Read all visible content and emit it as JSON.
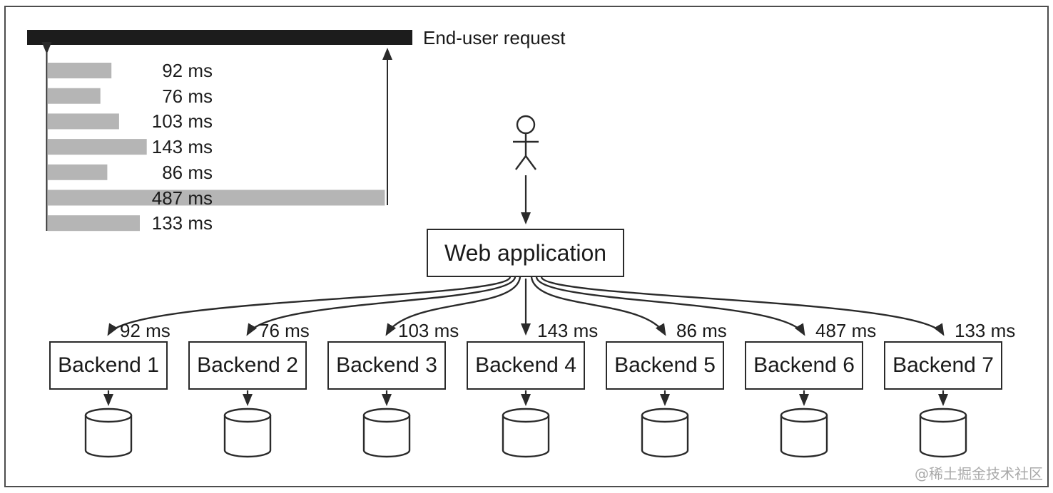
{
  "colors": {
    "ink": "#2a2a2a",
    "text": "#1a1a1a",
    "bar_black": "#1c1c1c",
    "bar_gray": "#b5b5b5",
    "frame_border": "#4d4d4d",
    "watermark": "#a9a9a9"
  },
  "legend": {
    "label": "End-user request"
  },
  "chart_data": {
    "type": "bar",
    "orientation": "horizontal",
    "title": "End-user request",
    "unit": "ms",
    "categories": [
      "Backend 1",
      "Backend 2",
      "Backend 3",
      "Backend 4",
      "Backend 5",
      "Backend 6",
      "Backend 7"
    ],
    "values": [
      92,
      76,
      103,
      143,
      86,
      487,
      133
    ],
    "value_labels": [
      "92 ms",
      "76 ms",
      "103 ms",
      "143 ms",
      "86 ms",
      "487 ms",
      "133 ms"
    ],
    "xlim": [
      0,
      502
    ],
    "grid": false,
    "legend_position": "right-of-bar"
  },
  "actor": {
    "icon": "person-stick-figure"
  },
  "web_app": {
    "label": "Web application"
  },
  "backends": [
    {
      "label": "Backend 1",
      "latency_ms": 92,
      "latency_label": "92 ms"
    },
    {
      "label": "Backend 2",
      "latency_ms": 76,
      "latency_label": "76 ms"
    },
    {
      "label": "Backend 3",
      "latency_ms": 103,
      "latency_label": "103 ms"
    },
    {
      "label": "Backend 4",
      "latency_ms": 143,
      "latency_label": "143 ms"
    },
    {
      "label": "Backend 5",
      "latency_ms": 86,
      "latency_label": "86 ms"
    },
    {
      "label": "Backend 6",
      "latency_ms": 487,
      "latency_label": "487 ms"
    },
    {
      "label": "Backend 7",
      "latency_ms": 133,
      "latency_label": "133 ms"
    }
  ],
  "watermark": {
    "text": "@稀土掘金技术社区"
  }
}
